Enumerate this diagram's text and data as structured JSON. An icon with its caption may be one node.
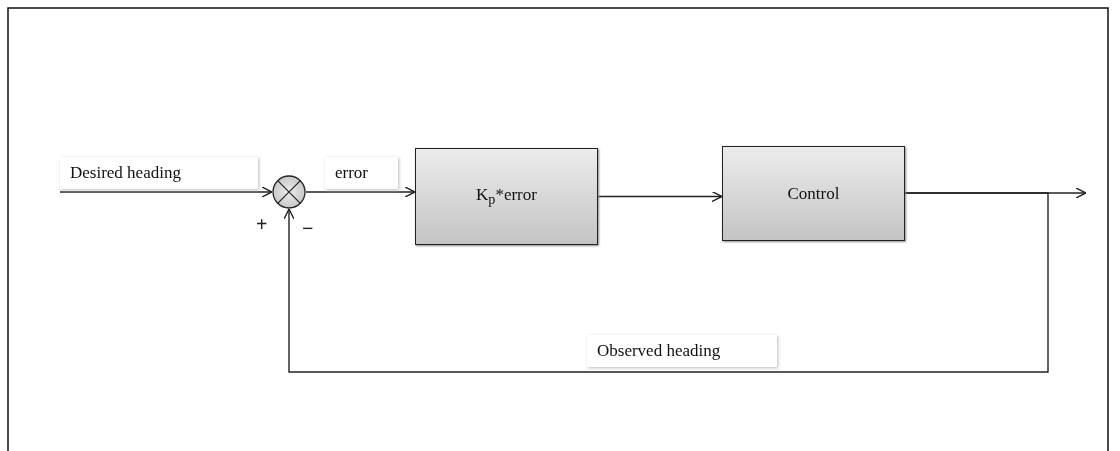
{
  "diagram": {
    "nodes": [
      {
        "text": [],
        "shape": "circle"
      },
      {
        "text": [
          "K$_{p}$*error"
        ]
      },
      {
        "text": [
          "Control"
        ]
      }
    ],
    "edges": [
      {
        "from": null,
        "to": 0,
        "arrow": "to",
        "label": "Desired heading"
      },
      {
        "from": 0,
        "to": 1,
        "arrow": "to",
        "label": "error"
      },
      {
        "from": 1,
        "to": 2,
        "arrow": "to"
      },
      {
        "from": 2,
        "to": null,
        "arrow": "to"
      },
      {
        "from": 2,
        "to": 0,
        "arrow": "to",
        "label": "Observed heading"
      }
    ],
    "labels": [
      "+",
      "−"
    ]
  }
}
